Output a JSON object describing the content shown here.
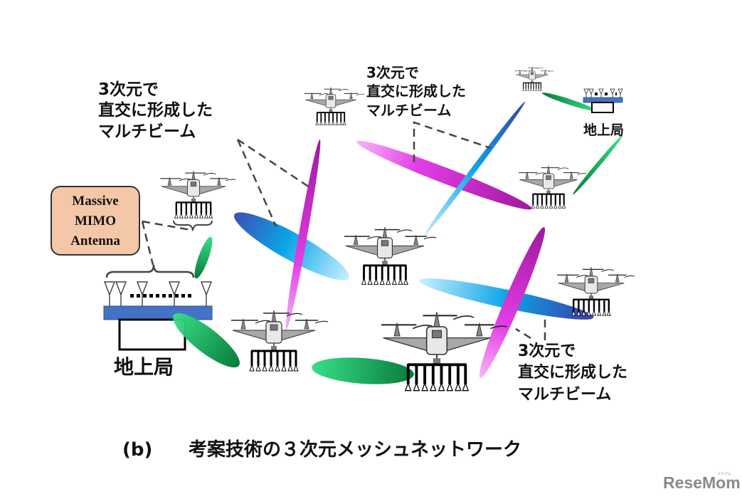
{
  "diagram": {
    "caption_label": "(b)",
    "caption_title": "考案技術の３次元メッシュネットワーク",
    "beam_callouts": [
      {
        "id": "callout-left",
        "lines": [
          "3次元で",
          "直交に形成した",
          "マルチビーム"
        ]
      },
      {
        "id": "callout-top",
        "lines": [
          "3次元で",
          "直交に形成した",
          "マルチビーム"
        ]
      },
      {
        "id": "callout-bottom-right",
        "lines": [
          "3次元で",
          "直交に形成した",
          "マルチビーム"
        ]
      }
    ],
    "antenna_box": {
      "lines": [
        "Massive",
        "MIMO",
        "Antenna"
      ],
      "fill": "#f4c7a8"
    },
    "ground_stations": [
      {
        "id": "ground-station-main",
        "label": "地上局"
      },
      {
        "id": "ground-station-remote",
        "label": "地上局"
      }
    ],
    "drone_count": 8,
    "beam_colors": {
      "green": "#0fa84a",
      "blue": "#1aa8e0",
      "magenta": "#e040e8",
      "navy": "#3b4db0"
    },
    "antenna_array_color": "#4472c4"
  },
  "watermark": {
    "text": "ReseMom",
    "subtext": "リセマム"
  }
}
